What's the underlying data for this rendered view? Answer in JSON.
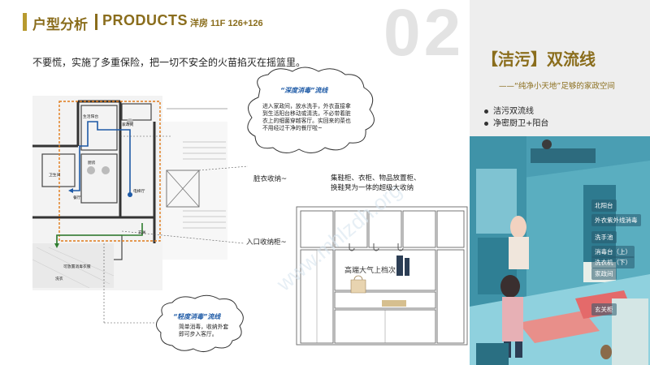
{
  "header": {
    "section": "户型分析",
    "products": "PRODUCTS",
    "project": "洋房 11F 126+126"
  },
  "page_number": "02",
  "headline": "不要慌，实施了多重保险，把一切不安全的火苗掐灭在摇篮里。",
  "right_panel": {
    "title": "【洁污】双流线",
    "subtitle": "——“纯净小天地”足够的家政空间",
    "bullets": [
      "洁污双流线",
      "净密厨卫+阳台"
    ]
  },
  "deep_flow": {
    "title": "“深度消毒”流线",
    "lines": [
      "进入家政间，放水洗手，外衣直接拿",
      "到生活阳台移动或清洗，不必带着脏",
      "衣上的细菌穿越客厅。实回来的菜也",
      "不用经过干净的餐厅啦~"
    ]
  },
  "light_flow": {
    "title": "“轻度消毒”流线",
    "lines": [
      "简单消毒，收纳外套",
      "即可步入客厅。"
    ]
  },
  "callouts": {
    "dirty_storage": "脏衣收纳~",
    "entry_storage": "入口收纳柜~",
    "cabinet_note": [
      "集鞋柜、衣柜、物品放置柜、",
      "换鞋凳为一体的超级大收纳"
    ],
    "cabinet_text": "高端大气上档次"
  },
  "floorplan_labels": {
    "life_balcony": "生活阳台",
    "laundry": "家政间",
    "kitchen": "厨房",
    "bath": "卫生间",
    "dining": "餐厅",
    "entry": "电梯厅",
    "hall": "玄关",
    "wash": "洗衣",
    "bottom_note": "可放置消毒衣服"
  },
  "illustration_tags": [
    "北阳台",
    "外衣紫外线消毒",
    "洗手池",
    "消毒台（上）",
    "洗衣机（下）",
    "家政间",
    "玄关柜"
  ],
  "colors": {
    "accent_gold": "#8a6d1c",
    "flow_blue": "#1e5aa6",
    "flow_green": "#2e7d2e",
    "dashed_orange": "#e07b1a"
  }
}
